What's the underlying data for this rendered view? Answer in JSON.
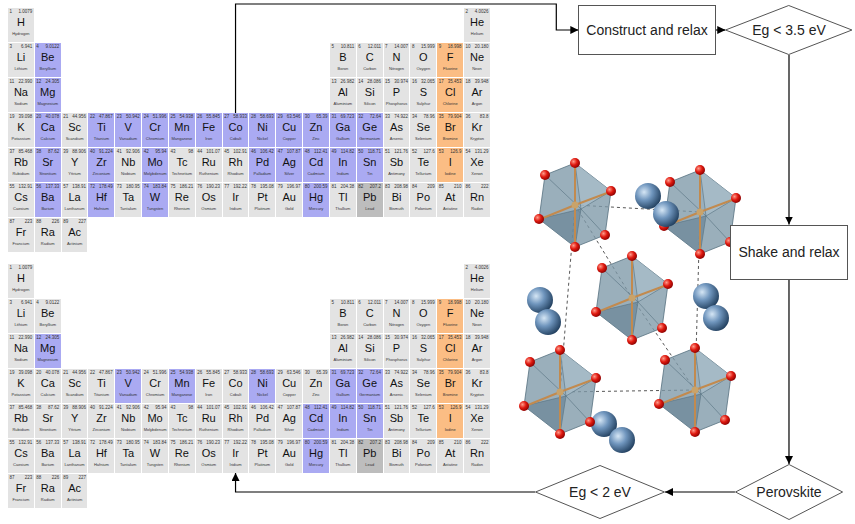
{
  "diagram": {
    "nodes": [
      {
        "text": [
          "1",
          "1.0079",
          "H",
          "Hydrogen"
        ]
      },
      {
        "text": [
          "2",
          "4.0026",
          "He",
          "Helium"
        ]
      },
      {
        "text": [
          "3",
          "6.941",
          "Li",
          "Lithium"
        ]
      },
      {
        "text": [
          "4",
          "9.0122",
          "Be",
          "Beryllium"
        ]
      },
      {
        "text": [
          "5",
          "10.811",
          "B",
          "Boron"
        ]
      },
      {
        "text": [
          "6",
          "12.011",
          "C",
          "Carbon"
        ]
      },
      {
        "text": [
          "7",
          "14.007",
          "N",
          "Nitrogen"
        ]
      },
      {
        "text": [
          "8",
          "15.999",
          "O",
          "Oxygen"
        ]
      },
      {
        "text": [
          "9",
          "18.998",
          "F",
          "Fluorine"
        ]
      },
      {
        "text": [
          "10",
          "20.180",
          "Ne",
          "Neon"
        ]
      },
      {
        "text": [
          "11",
          "22.990",
          "Na",
          "Sodium"
        ]
      },
      {
        "text": [
          "12",
          "24.305",
          "Mg",
          "Magnesium"
        ]
      },
      {
        "text": [
          "13",
          "26.982",
          "Al",
          "Aluminium"
        ]
      },
      {
        "text": [
          "14",
          "28.086",
          "Si",
          "Silicon"
        ]
      },
      {
        "text": [
          "15",
          "30.974",
          "P",
          "Phosphorus"
        ]
      },
      {
        "text": [
          "16",
          "32.065",
          "S",
          "Sulphur"
        ]
      },
      {
        "text": [
          "17",
          "35.453",
          "Cl",
          "Chlorine"
        ]
      },
      {
        "text": [
          "18",
          "39.948",
          "Ar",
          "Argon"
        ]
      },
      {
        "text": [
          "19",
          "39.098",
          "K",
          "Potassium"
        ]
      },
      {
        "text": [
          "20",
          "40.078",
          "Ca",
          "Calcium"
        ]
      },
      {
        "text": [
          "21",
          "44.956",
          "Sc",
          "Scandium"
        ]
      },
      {
        "text": [
          "22",
          "47.867",
          "Ti",
          "Titanium"
        ]
      },
      {
        "text": [
          "23",
          "50.942",
          "V",
          "Vanadium"
        ]
      },
      {
        "text": [
          "24",
          "51.996",
          "Cr",
          "Chromium"
        ]
      },
      {
        "text": [
          "25",
          "54.938",
          "Mn",
          "Manganese"
        ]
      },
      {
        "text": [
          "26",
          "55.845",
          "Fe",
          "Iron"
        ]
      },
      {
        "text": [
          "27",
          "58.933",
          "Co",
          "Cobalt"
        ]
      },
      {
        "text": [
          "28",
          "58.693",
          "Ni",
          "Nickel"
        ]
      },
      {
        "text": [
          "29",
          "63.546",
          "Cu",
          "Copper"
        ]
      },
      {
        "text": [
          "30",
          "65.39",
          "Zn",
          "Zinc"
        ]
      },
      {
        "text": [
          "31",
          "69.723",
          "Ga",
          "Gallium"
        ]
      },
      {
        "text": [
          "32",
          "72.64",
          "Ge",
          "Germanium"
        ]
      },
      {
        "text": [
          "33",
          "74.922",
          "As",
          "Arsenic"
        ]
      },
      {
        "text": [
          "34",
          "78.96",
          "Se",
          "Selenium"
        ]
      },
      {
        "text": [
          "35",
          "79.904",
          "Br",
          "Bromine"
        ]
      },
      {
        "text": [
          "36",
          "83.8",
          "Kr",
          "Krypton"
        ]
      },
      {
        "text": [
          "37",
          "85.468",
          "Rb",
          "Rubidium"
        ]
      },
      {
        "text": [
          "38",
          "87.62",
          "Sr",
          "Strontium"
        ]
      },
      {
        "text": [
          "39",
          "88.906",
          "Y",
          "Yttrium"
        ]
      },
      {
        "text": [
          "40",
          "91.224",
          "Zr",
          "Zirconium"
        ]
      },
      {
        "text": [
          "41",
          "92.906",
          "Nb",
          "Niobium"
        ]
      },
      {
        "text": [
          "42",
          "95.94",
          "Mo",
          "Molybdenum"
        ]
      },
      {
        "text": [
          "43",
          "98",
          "Tc",
          "Technetium"
        ]
      },
      {
        "text": [
          "44",
          "101.07",
          "Ru",
          "Ruthenium"
        ]
      },
      {
        "text": [
          "45",
          "102.91",
          "Rh",
          "Rhodium"
        ]
      },
      {
        "text": [
          "46",
          "106.42",
          "Pd",
          "Palladium"
        ]
      },
      {
        "text": [
          "47",
          "107.87",
          "Ag",
          "Silver"
        ]
      },
      {
        "text": [
          "48",
          "112.41",
          "Cd",
          "Cadmium"
        ]
      },
      {
        "text": [
          "49",
          "114.82",
          "In",
          "Indium"
        ]
      },
      {
        "text": [
          "50",
          "118.71",
          "Sn",
          "Tin"
        ]
      },
      {
        "text": [
          "51",
          "121.76",
          "Sb",
          "Antimony"
        ]
      },
      {
        "text": [
          "52",
          "127.6",
          "Te",
          "Tellurium"
        ]
      },
      {
        "text": [
          "53",
          "126.9",
          "I",
          "Iodine"
        ]
      },
      {
        "text": [
          "54",
          "131.29",
          "Xe",
          "Xenon"
        ]
      },
      {
        "text": [
          "55",
          "132.91",
          "Cs",
          "Caesium"
        ]
      },
      {
        "text": [
          "56",
          "137.33",
          "Ba",
          "Barium"
        ]
      },
      {
        "text": [
          "57",
          "138.91",
          "La",
          "Lanthanum"
        ]
      },
      {
        "text": [
          "72",
          "178.49",
          "Hf",
          "Hafnium"
        ]
      },
      {
        "text": [
          "73",
          "180.95",
          "Ta",
          "Tantalum"
        ]
      },
      {
        "text": [
          "74",
          "183.84",
          "W",
          "Tungsten"
        ]
      },
      {
        "text": [
          "75",
          "186.21",
          "Re",
          "Rhenium"
        ]
      },
      {
        "text": [
          "76",
          "190.23",
          "Os",
          "Osmium"
        ]
      },
      {
        "text": [
          "77",
          "192.22",
          "Ir",
          "Iridium"
        ]
      },
      {
        "text": [
          "78",
          "195.08",
          "Pt",
          "Platinum"
        ]
      },
      {
        "text": [
          "79",
          "196.97",
          "Au",
          "Gold"
        ]
      },
      {
        "text": [
          "80",
          "200.59",
          "Hg",
          "Mercury"
        ]
      },
      {
        "text": [
          "81",
          "204.38",
          "Tl",
          "Thallium"
        ]
      },
      {
        "text": [
          "82",
          "207.2",
          "Pb",
          "Lead"
        ]
      },
      {
        "text": [
          "83",
          "208.98",
          "Bi",
          "Bismuth"
        ]
      },
      {
        "text": [
          "84",
          "209",
          "Po",
          "Polonium"
        ]
      },
      {
        "text": [
          "85",
          "210",
          "At",
          "Astatine"
        ]
      },
      {
        "text": [
          "86",
          "222",
          "Rn",
          "Radon"
        ]
      },
      {
        "text": [
          "87",
          "223",
          "Fr",
          "Francium"
        ]
      },
      {
        "text": [
          "88",
          "226",
          "Ra",
          "Radium"
        ]
      },
      {
        "text": [
          "89",
          "227",
          "Ac",
          "Actinium"
        ]
      },
      {
        "text": [
          "Construct and relax"
        ]
      },
      {
        "text": [
          "Eg < 3.5 eV"
        ]
      },
      {
        "text": [
          "Shake and relax"
        ]
      },
      {
        "text": [
          "Perovskite"
        ]
      },
      {
        "text": [
          "Eg < 2 eV"
        ]
      },
      {
        "text": [
          "1",
          "1.0079",
          "H",
          "Hydrogen"
        ]
      },
      {
        "text": [
          "2",
          "4.0026",
          "He",
          "Helium"
        ]
      },
      {
        "text": [
          "3",
          "6.941",
          "Li",
          "Lithium"
        ]
      },
      {
        "text": [
          "4",
          "9.0122",
          "Be",
          "Beryllium"
        ]
      },
      {
        "text": [
          "5",
          "10.811",
          "B",
          "Boron"
        ]
      },
      {
        "text": [
          "6",
          "12.011",
          "C",
          "Carbon"
        ]
      },
      {
        "text": [
          "7",
          "14.007",
          "N",
          "Nitrogen"
        ]
      },
      {
        "text": [
          "8",
          "15.999",
          "O",
          "Oxygen"
        ]
      },
      {
        "text": [
          "9",
          "18.998",
          "F",
          "Fluorine"
        ]
      },
      {
        "text": [
          "10",
          "20.180",
          "Ne",
          "Neon"
        ]
      },
      {
        "text": [
          "11",
          "22.990",
          "Na",
          "Sodium"
        ]
      },
      {
        "text": [
          "12",
          "24.305",
          "Mg",
          "Magnesium"
        ]
      },
      {
        "text": [
          "13",
          "26.982",
          "Al",
          "Aluminium"
        ]
      },
      {
        "text": [
          "14",
          "28.086",
          "Si",
          "Silicon"
        ]
      },
      {
        "text": [
          "15",
          "30.974",
          "P",
          "Phosphorus"
        ]
      },
      {
        "text": [
          "16",
          "32.065",
          "S",
          "Sulphur"
        ]
      },
      {
        "text": [
          "17",
          "35.453",
          "Cl",
          "Chlorine"
        ]
      },
      {
        "text": [
          "18",
          "39.948",
          "Ar",
          "Argon"
        ]
      },
      {
        "text": [
          "19",
          "39.098",
          "K",
          "Potassium"
        ]
      },
      {
        "text": [
          "20",
          "40.078",
          "Ca",
          "Calcium"
        ]
      },
      {
        "text": [
          "21",
          "44.956",
          "Sc",
          "Scandium"
        ]
      },
      {
        "text": [
          "22",
          "47.867",
          "Ti",
          "Titanium"
        ]
      },
      {
        "text": [
          "23",
          "50.942",
          "V",
          "Vanadium"
        ]
      },
      {
        "text": [
          "24",
          "51.996",
          "Cr",
          "Chromium"
        ]
      },
      {
        "text": [
          "25",
          "54.938",
          "Mn",
          "Manganese"
        ]
      },
      {
        "text": [
          "26",
          "55.845",
          "Fe",
          "Iron"
        ]
      },
      {
        "text": [
          "27",
          "58.933",
          "Co",
          "Cobalt"
        ]
      },
      {
        "text": [
          "28",
          "58.693",
          "Ni",
          "Nickel"
        ]
      },
      {
        "text": [
          "29",
          "63.546",
          "Cu",
          "Copper"
        ]
      },
      {
        "text": [
          "30",
          "65.39",
          "Zn",
          "Zinc"
        ]
      },
      {
        "text": [
          "31",
          "69.723",
          "Ga",
          "Gallium"
        ]
      },
      {
        "text": [
          "32",
          "72.64",
          "Ge",
          "Germanium"
        ]
      },
      {
        "text": [
          "33",
          "74.922",
          "As",
          "Arsenic"
        ]
      },
      {
        "text": [
          "34",
          "78.96",
          "Se",
          "Selenium"
        ]
      },
      {
        "text": [
          "35",
          "79.904",
          "Br",
          "Bromine"
        ]
      },
      {
        "text": [
          "36",
          "83.8",
          "Kr",
          "Krypton"
        ]
      },
      {
        "text": [
          "37",
          "85.468",
          "Rb",
          "Rubidium"
        ]
      },
      {
        "text": [
          "38",
          "87.62",
          "Sr",
          "Strontium"
        ]
      },
      {
        "text": [
          "39",
          "88.906",
          "Y",
          "Yttrium"
        ]
      },
      {
        "text": [
          "40",
          "91.224",
          "Zr",
          "Zirconium"
        ]
      },
      {
        "text": [
          "41",
          "92.906",
          "Nb",
          "Niobium"
        ]
      },
      {
        "text": [
          "42",
          "95.94",
          "Mo",
          "Molybdenum"
        ]
      },
      {
        "text": [
          "43",
          "98",
          "Tc",
          "Technetium"
        ]
      },
      {
        "text": [
          "44",
          "101.07",
          "Ru",
          "Ruthenium"
        ]
      },
      {
        "text": [
          "45",
          "102.91",
          "Rh",
          "Rhodium"
        ]
      },
      {
        "text": [
          "46",
          "106.42",
          "Pd",
          "Palladium"
        ]
      },
      {
        "text": [
          "47",
          "107.87",
          "Ag",
          "Silver"
        ]
      },
      {
        "text": [
          "48",
          "112.41",
          "Cd",
          "Cadmium"
        ]
      },
      {
        "text": [
          "49",
          "114.82",
          "In",
          "Indium"
        ]
      },
      {
        "text": [
          "50",
          "118.71",
          "Sn",
          "Tin"
        ]
      },
      {
        "text": [
          "51",
          "121.76",
          "Sb",
          "Antimony"
        ]
      },
      {
        "text": [
          "52",
          "127.6",
          "Te",
          "Tellurium"
        ]
      },
      {
        "text": [
          "53",
          "126.9",
          "I",
          "Iodine"
        ]
      },
      {
        "text": [
          "54",
          "131.29",
          "Xe",
          "Xenon"
        ]
      },
      {
        "text": [
          "55",
          "132.91",
          "Cs",
          "Caesium"
        ]
      },
      {
        "text": [
          "56",
          "137.33",
          "Ba",
          "Barium"
        ]
      },
      {
        "text": [
          "57",
          "138.91",
          "La",
          "Lanthanum"
        ]
      },
      {
        "text": [
          "72",
          "178.49",
          "Hf",
          "Hafnium"
        ]
      },
      {
        "text": [
          "73",
          "180.95",
          "Ta",
          "Tantalum"
        ]
      },
      {
        "text": [
          "74",
          "183.84",
          "W",
          "Tungsten"
        ]
      },
      {
        "text": [
          "75",
          "186.21",
          "Re",
          "Rhenium"
        ]
      },
      {
        "text": [
          "76",
          "190.23",
          "Os",
          "Osmium"
        ]
      },
      {
        "text": [
          "77",
          "192.22",
          "Ir",
          "Iridium"
        ]
      },
      {
        "text": [
          "78",
          "195.08",
          "Pt",
          "Platinum"
        ]
      },
      {
        "text": [
          "79",
          "196.97",
          "Au",
          "Gold"
        ]
      },
      {
        "text": [
          "80",
          "200.59",
          "Hg",
          "Mercury"
        ]
      },
      {
        "text": [
          "81",
          "204.38",
          "Tl",
          "Thallium"
        ]
      },
      {
        "text": [
          "82",
          "207.2",
          "Pb",
          "Lead"
        ]
      },
      {
        "text": [
          "83",
          "208.98",
          "Bi",
          "Bismuth"
        ]
      },
      {
        "text": [
          "84",
          "209",
          "Po",
          "Polonium"
        ]
      },
      {
        "text": [
          "85",
          "210",
          "At",
          "Astatine"
        ]
      },
      {
        "text": [
          "86",
          "222",
          "Rn",
          "Radon"
        ]
      },
      {
        "text": [
          "87",
          "223",
          "Fr",
          "Francium"
        ]
      },
      {
        "text": [
          "88",
          "226",
          "Ra",
          "Radium"
        ]
      },
      {
        "text": [
          "89",
          "227",
          "Ac",
          "Actinium"
        ]
      }
    ],
    "edges": [
      {
        "from": 26,
        "to": 75,
        "arrow": "to"
      },
      {
        "from": 75,
        "to": 76,
        "arrow": "to"
      },
      {
        "from": 76,
        "to": 77,
        "arrow": "to"
      },
      {
        "from": 77,
        "to": 78,
        "arrow": "to"
      },
      {
        "from": 78,
        "to": 79,
        "arrow": "to"
      },
      {
        "from": 79,
        "to": 142,
        "arrow": "to"
      }
    ]
  }
}
